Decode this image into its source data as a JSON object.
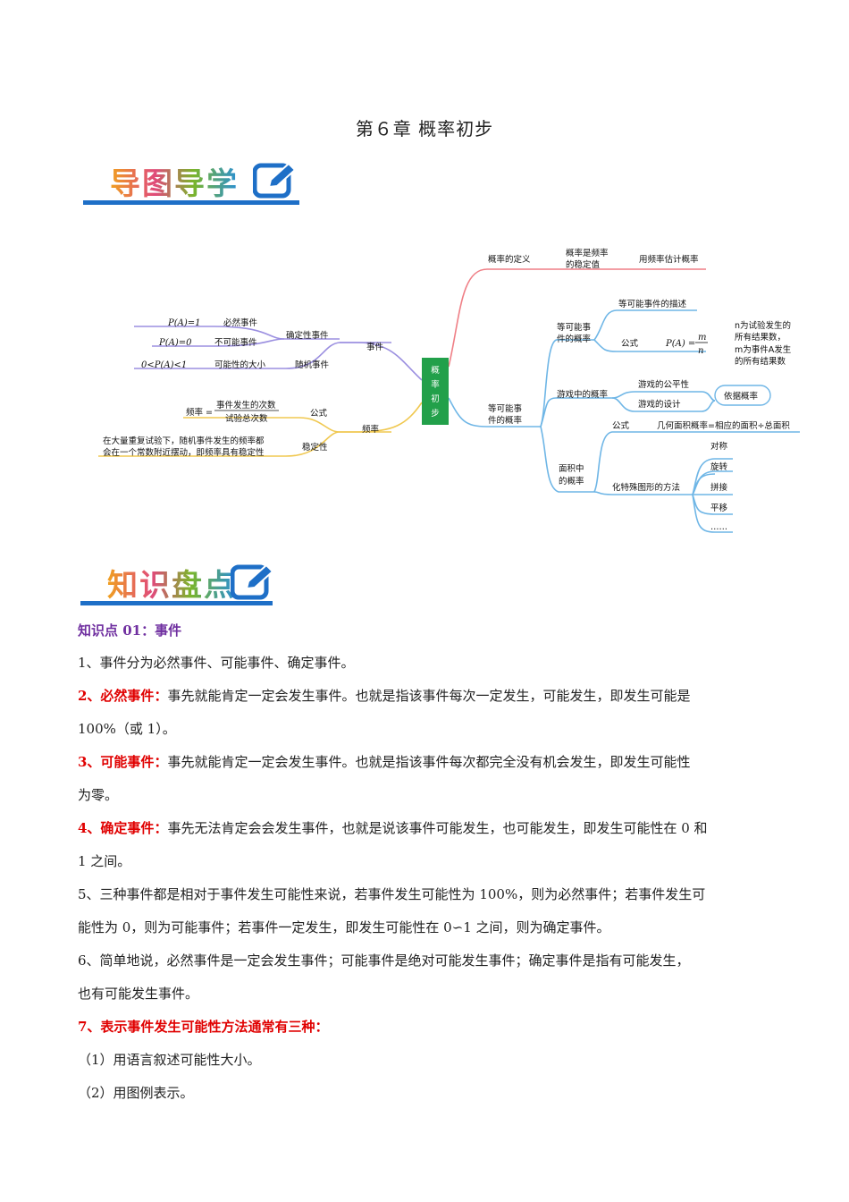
{
  "title": "第６章 概率初步",
  "banner1": "导图导学",
  "banner2": "知识盘点",
  "mindmap": {
    "center": "概率初步",
    "event": "事件",
    "certain": "确定性事件",
    "inevitable": "必然事件",
    "impossible": "不可能事件",
    "random": "随机事件",
    "possibility_size": "可能性的大小",
    "pa1": "P(A)=1",
    "pa0": "P(A)=0",
    "pa_range": "0<P(A)<1",
    "frequency": "频率",
    "formula": "公式",
    "stability": "稳定性",
    "freq_label": "频率 =",
    "freq_num": "事件发生的次数",
    "freq_den": "试验总次数",
    "stable_desc1": "在大量重复试验下，随机事件发生的频率都",
    "stable_desc2": "会在一个常数附近摆动，即频率具有稳定性",
    "def": "概率的定义",
    "def_child1a": "概率是频率",
    "def_child1b": "的稳定值",
    "def_child2": "用频率估计概率",
    "equal": "等可能事",
    "equal2": "件的概率",
    "equal_event": "等可能事件的概率",
    "eq_desc": "等可能事件的描述",
    "eq_formula": "公式",
    "pa_eq": "P(A) =",
    "m": "m",
    "n": "n",
    "n_desc": "n为试验发生的",
    "n_desc2": "所有结果数，",
    "m_desc": "m为事件A发生",
    "m_desc2": "的所有结果数",
    "game": "游戏中的概率",
    "game_fair": "游戏的公平性",
    "game_design": "游戏的设计",
    "basis": "依据概率",
    "area": "面积中",
    "area2": "的概率",
    "area_formula": "公式",
    "area_formula_text": "几何面积概率=相应的面积÷总面积",
    "special": "化特殊图形的方法",
    "sym": "对称",
    "rot": "旋转",
    "join": "拼接",
    "trans": "平移",
    "dots": "……"
  },
  "knowledge": {
    "heading": "知识点 01：事件",
    "p1": "1、事件分为必然事件、可能事件、确定事件。",
    "p2_label": "2、必然事件：",
    "p2_text": "事先就能肯定一定会发生事件。也就是指该事件每次一定发生，可能发生，即发生可能是",
    "p2_cont": "100%（或 1）。",
    "p3_label": "3、可能事件：",
    "p3_text": "事先就能肯定一定会发生事件。也就是指该事件每次都完全没有机会发生，即发生可能性",
    "p3_cont": "为零。",
    "p4_label": "4、确定事件：",
    "p4_text": "事先无法肯定会会发生事件，也就是说该事件可能发生，也可能发生，即发生可能性在 0 和",
    "p4_cont": "1 之间。",
    "p5a": "5、三种事件都是相对于事件发生可能性来说，若事件发生可能性为 100%，则为必然事件；若事件发生可",
    "p5b": "能性为 0，则为可能事件；若事件一定发生，即发生可能性在 0∽1 之间，则为确定事件。",
    "p6a": "6、简单地说，必然事件是一定会发生事件；可能事件是绝对可能发生事件；确定事件是指有可能发生，",
    "p6b": "也有可能发生事件。",
    "p7": "7、表示事件发生可能性方法通常有三种：",
    "p8": "（1）用语言叙述可能性大小。",
    "p9": "（2）用图例表示。"
  }
}
